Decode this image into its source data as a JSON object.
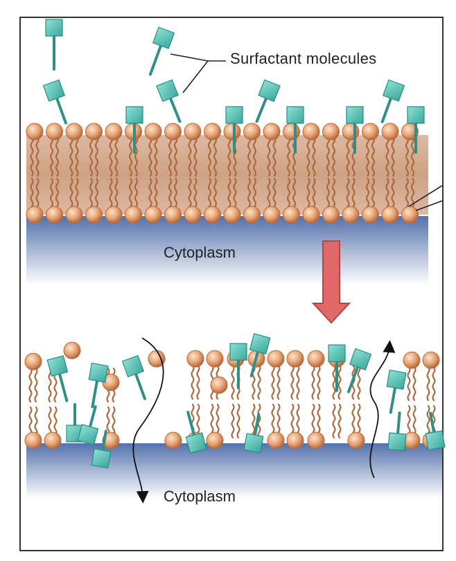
{
  "labels": {
    "surfactant": "Surfactant  molecules",
    "cytoplasm_top": "Cytoplasm",
    "cytoplasm_bottom": "Cytoplasm"
  },
  "colors": {
    "head": "#e8a878",
    "head_dark": "#b8693c",
    "tail": "#a9683e",
    "membrane_core": "#dcb69a",
    "cytoplasm": "#4a6aa8",
    "surfactant_head": "#4fbfb2",
    "surfactant_stroke": "#2a8b80",
    "surfactant_stem": "#2f8f86",
    "arrow_fill": "#e06868",
    "arrow_stroke": "#b54545"
  },
  "icons": {
    "surfactant": "surfactant-molecule-icon",
    "phospholipid": "phospholipid-head-icon",
    "arrow": "down-arrow-icon"
  }
}
